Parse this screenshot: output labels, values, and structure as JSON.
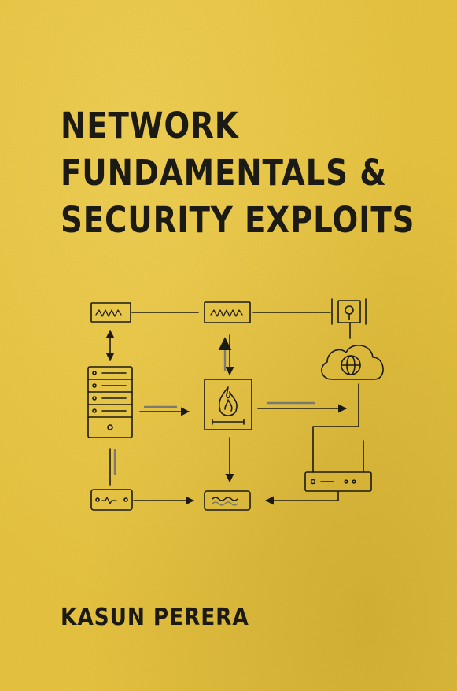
{
  "cover": {
    "title_lines": [
      "NETWORK",
      "FUNDAMENTALS &",
      "SECURITY EXPLOITS"
    ],
    "author": "KASUN PERERA"
  },
  "colors": {
    "background": "#e6c23f",
    "ink": "#1c1a15",
    "accent_gray": "#7a7a72"
  },
  "diagram": {
    "icons": [
      "modem-icon",
      "modem-icon",
      "camera-icon",
      "cloud-globe-icon",
      "server-rack-icon",
      "firewall-icon",
      "switch-icon",
      "switch-icon",
      "router-icon"
    ]
  }
}
